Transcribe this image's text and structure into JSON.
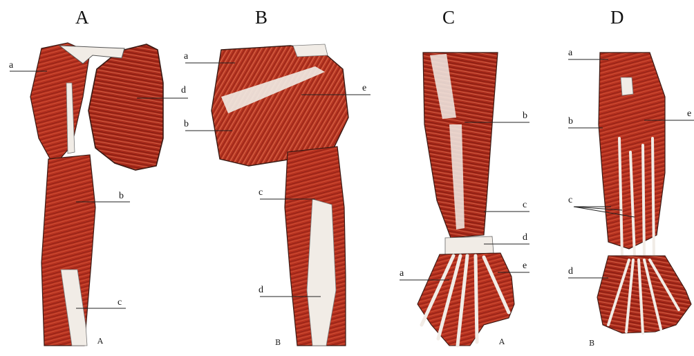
{
  "panels": [
    {
      "letter": "A",
      "sublabel": "A",
      "labels": [
        "a",
        "b",
        "c",
        "d"
      ]
    },
    {
      "letter": "B",
      "sublabel": "B",
      "labels": [
        "a",
        "b",
        "c",
        "d",
        "e"
      ]
    },
    {
      "letter": "C",
      "sublabel": "A",
      "labels": [
        "a",
        "b",
        "c",
        "d",
        "e"
      ]
    },
    {
      "letter": "D",
      "sublabel": "B",
      "labels": [
        "a",
        "b",
        "c",
        "d",
        "e"
      ]
    }
  ],
  "colors": {
    "muscle": "#b5301f",
    "muscle_dark": "#7d1a10",
    "muscle_light": "#e2734f",
    "tendon": "#f1ece6",
    "outline": "#3a1a14"
  }
}
